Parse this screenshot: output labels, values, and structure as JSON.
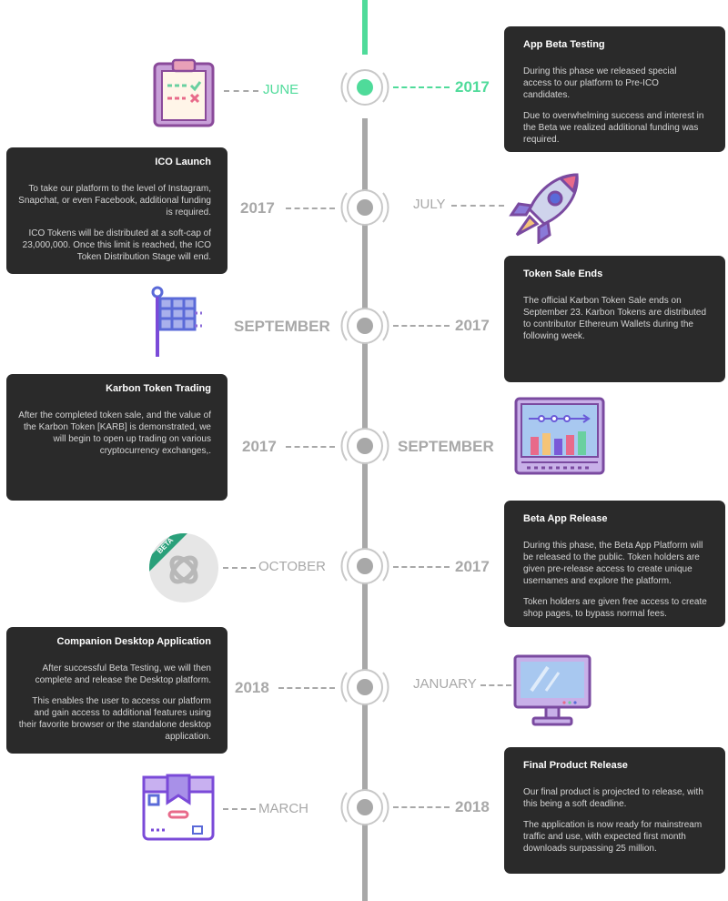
{
  "timeline": {
    "m1": {
      "month": "JUNE",
      "year": "2017",
      "title": "App Beta Testing",
      "p1": "During this phase we released special access to our platform to Pre-ICO candidates.",
      "p2": "Due to overwhelming success and interest in the Beta we realized additional funding was required."
    },
    "m2": {
      "month": "JULY",
      "year": "2017",
      "title": "ICO Launch",
      "p1": "To take our platform to the level of Instagram, Snapchat, or even Facebook, additional funding is required.",
      "p2": "ICO Tokens will be distributed at a soft-cap of 23,000,000.  Once this limit is reached, the ICO Token Distribution Stage will end."
    },
    "m3": {
      "month": "SEPTEMBER",
      "year": "2017",
      "title": "Token Sale Ends",
      "p1": "The official Karbon Token Sale ends on September 23.  Karbon Tokens are distributed to contributor Ethereum Wallets during the following week."
    },
    "m4": {
      "month": "SEPTEMBER",
      "year": "2017",
      "title": "Karbon Token Trading",
      "p1": "After the completed token sale, and the value of the Karbon Token [KARB] is demonstrated, we will begin to open up trading on various cryptocurrency exchanges,."
    },
    "m5": {
      "month": "OCTOBER",
      "year": "2017",
      "title": "Beta App Release",
      "badge": "BETA",
      "p1": "During this phase, the Beta App Platform will be released to the public.  Token holders are given pre-release access to create unique usernames and explore the platform.",
      "p2": "Token holders are given free access to create shop pages, to bypass normal fees."
    },
    "m6": {
      "month": "JANUARY",
      "year": "2018",
      "title": "Companion Desktop Application",
      "p1": "After successful Beta Testing, we will then complete and release the Desktop platform.",
      "p2": "This enables the user to access our platform and gain access to additional features using their favorite browser or the standalone desktop application."
    },
    "m7": {
      "month": "MARCH",
      "year": "2018",
      "title": "Final Product Release",
      "p1": "Our final product is projected to release, with this being a soft deadline.",
      "p2": "The application is now ready for mainstream traffic and use, with expected first month downloads surpassing 25 million."
    }
  },
  "colors": {
    "active": "#4fdb9a",
    "inactive": "#a8a8a8",
    "card": "#2a2a2a"
  },
  "icons": [
    "clipboard-icon",
    "rocket-icon",
    "flag-icon",
    "chart-board-icon",
    "beta-logo-icon",
    "monitor-icon",
    "box-icon"
  ]
}
